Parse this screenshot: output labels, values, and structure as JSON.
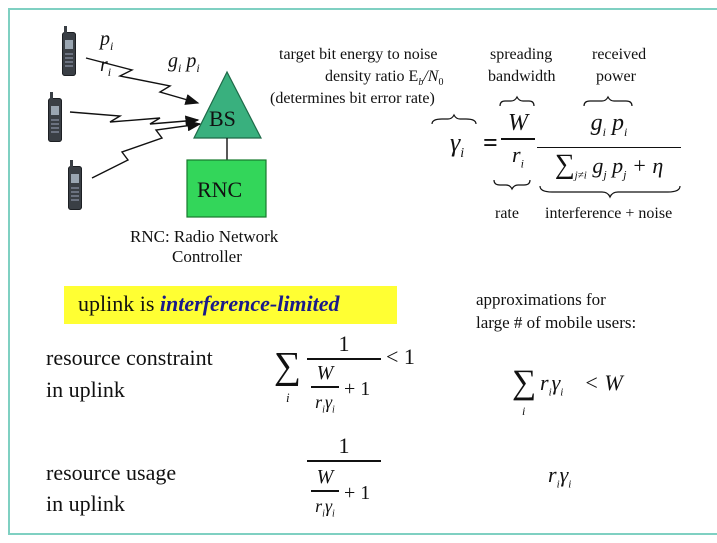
{
  "diagram": {
    "signal_labels": {
      "p": "p",
      "r": "r",
      "sub_i": "i",
      "g": "g",
      "p2": "p"
    },
    "bs_label": "BS",
    "rnc_label": "RNC",
    "rnc_caption_line1": "RNC: Radio Network",
    "rnc_caption_line2": "Controller"
  },
  "formula_annotations": {
    "target_line1": "target bit energy to noise",
    "target_line2": "density ratio E",
    "target_line2_sub_b": "b",
    "target_line2_slash": "/N",
    "target_line2_sub_0": "0",
    "target_line3": "(determines bit error rate)",
    "spreading_line1": "spreading",
    "spreading_line2": "bandwidth",
    "received_line1": "received",
    "received_line2": "power",
    "rate": "rate",
    "interference": "interference + noise"
  },
  "formula": {
    "gamma": "γ",
    "sub_i": "i",
    "equals": "=",
    "W": "W",
    "r": "r",
    "g": "g",
    "p": "p",
    "sum": "∑",
    "sum_sub": "j≠i",
    "j": "j",
    "plus_eta": "+ η"
  },
  "uplink_banner": {
    "prefix": "uplink is ",
    "emphasis": "interference-limited"
  },
  "approx_note": {
    "line1": "approximations for",
    "line2": "large # of mobile users:"
  },
  "constraint": {
    "line1": "resource constraint",
    "line2": "in uplink",
    "sum": "∑",
    "sum_sub": "i",
    "one": "1",
    "W": "W",
    "plus_one": "+ 1",
    "r": "r",
    "gamma": "γ",
    "sub_i": "i",
    "lt_one": "< 1",
    "approx_lt_W": "< W"
  },
  "usage": {
    "line1": "resource usage",
    "line2": "in uplink",
    "one": "1",
    "W": "W",
    "plus_one": "+ 1",
    "r": "r",
    "gamma": "γ",
    "sub_i": "i"
  }
}
